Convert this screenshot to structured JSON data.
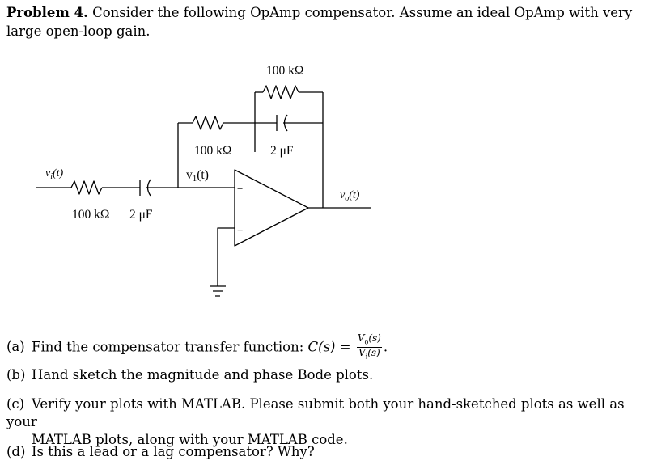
{
  "problem": {
    "label": "Problem 4.",
    "text": "Consider the following OpAmp compensator. Assume an ideal OpAmp with very large open-loop gain."
  },
  "circuit": {
    "feedback_resistor_top": "100 kΩ",
    "feedback_resistor": "100 kΩ",
    "feedback_capacitor": "2 μF",
    "input_label": "v",
    "input_sub": "i",
    "input_arg": "(t)",
    "input_resistor": "100 kΩ",
    "input_capacitor": "2 μF",
    "node_label": "v",
    "node_sub": "1",
    "node_arg": "(t)",
    "output_label": "v",
    "output_sub": "o",
    "output_arg": "(t)",
    "minus": "−",
    "plus": "+"
  },
  "questions": {
    "a": {
      "label": "(a)",
      "text": "Find the compensator transfer function: ",
      "func": "C(s) = ",
      "num": "V",
      "num_sub": "o",
      "num_arg": "(s)",
      "den": "V",
      "den_sub": "i",
      "den_arg": "(s)",
      "end": "."
    },
    "b": {
      "label": "(b)",
      "text": "Hand sketch the magnitude and phase Bode plots."
    },
    "c": {
      "label": "(c)",
      "line1": "Verify your plots with MATLAB. Please submit both your hand-sketched plots as well as your",
      "line2": "MATLAB plots, along with your MATLAB code."
    },
    "d": {
      "label": "(d)",
      "text": "Is this a lead or a lag compensator? Why?"
    }
  }
}
